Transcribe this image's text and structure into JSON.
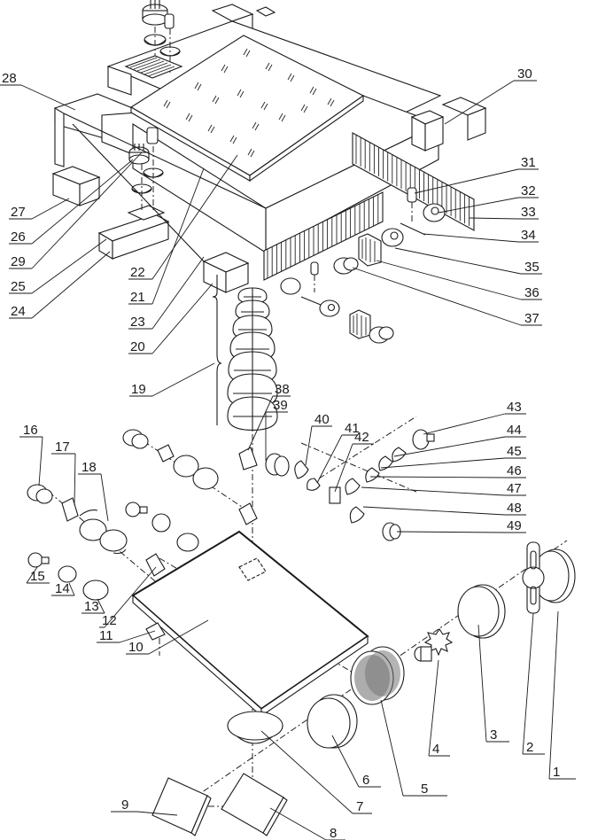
{
  "figure": {
    "title": "Exploded isometric view of optical lighting apparatus",
    "line_color": "#1a1a1a",
    "background": "#ffffff"
  },
  "labels": [
    {
      "id": "1",
      "text": "1"
    },
    {
      "id": "2",
      "text": "2"
    },
    {
      "id": "3",
      "text": "3"
    },
    {
      "id": "4",
      "text": "4"
    },
    {
      "id": "5",
      "text": "5"
    },
    {
      "id": "6",
      "text": "6"
    },
    {
      "id": "7",
      "text": "7"
    },
    {
      "id": "8",
      "text": "8"
    },
    {
      "id": "9",
      "text": "9"
    },
    {
      "id": "10",
      "text": "10"
    },
    {
      "id": "11",
      "text": "11"
    },
    {
      "id": "12",
      "text": "12"
    },
    {
      "id": "13",
      "text": "13"
    },
    {
      "id": "14",
      "text": "14"
    },
    {
      "id": "15",
      "text": "15"
    },
    {
      "id": "16",
      "text": "16"
    },
    {
      "id": "17",
      "text": "17"
    },
    {
      "id": "18",
      "text": "18"
    },
    {
      "id": "19",
      "text": "19"
    },
    {
      "id": "20",
      "text": "20"
    },
    {
      "id": "21",
      "text": "21"
    },
    {
      "id": "22",
      "text": "22"
    },
    {
      "id": "23",
      "text": "23"
    },
    {
      "id": "24",
      "text": "24"
    },
    {
      "id": "25",
      "text": "25"
    },
    {
      "id": "26",
      "text": "26"
    },
    {
      "id": "27",
      "text": "27"
    },
    {
      "id": "28",
      "text": "28"
    },
    {
      "id": "29",
      "text": "29"
    },
    {
      "id": "30",
      "text": "30"
    },
    {
      "id": "31",
      "text": "31"
    },
    {
      "id": "32",
      "text": "32"
    },
    {
      "id": "33",
      "text": "33"
    },
    {
      "id": "34",
      "text": "34"
    },
    {
      "id": "35",
      "text": "35"
    },
    {
      "id": "36",
      "text": "36"
    },
    {
      "id": "37",
      "text": "37"
    },
    {
      "id": "38",
      "text": "38"
    },
    {
      "id": "39",
      "text": "39"
    },
    {
      "id": "40",
      "text": "40"
    },
    {
      "id": "41",
      "text": "41"
    },
    {
      "id": "42",
      "text": "42"
    },
    {
      "id": "43",
      "text": "43"
    },
    {
      "id": "44",
      "text": "44"
    },
    {
      "id": "45",
      "text": "45"
    },
    {
      "id": "46",
      "text": "46"
    },
    {
      "id": "47",
      "text": "47"
    },
    {
      "id": "48",
      "text": "48"
    },
    {
      "id": "49",
      "text": "49"
    }
  ]
}
